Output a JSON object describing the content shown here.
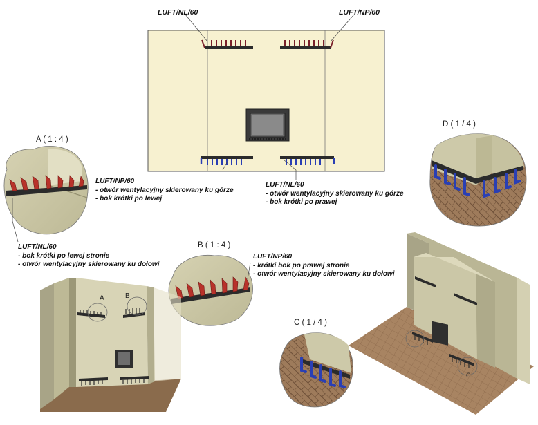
{
  "front_view": {
    "label_top_left": "LUFT/NL/60",
    "label_top_right": "LUFT/NP/60"
  },
  "detail_a": {
    "title": "A ( 1 : 4 )",
    "right_note": {
      "name": "LUFT/NP/60",
      "lines": [
        "- otwór wentylacyjny skierowany ku górze",
        "- bok krótki po lewej"
      ]
    },
    "bottom_note": {
      "name": "LUFT/NL/60",
      "lines": [
        "- bok krótki po lewej stronie",
        "- otwór wentylacyjny skierowany ku dołowi"
      ]
    }
  },
  "front_bottom_note": {
    "name": "LUFT/NL/60",
    "lines": [
      "- otwór wentylacyjny skierowany ku górze",
      "- bok krótki po prawej"
    ]
  },
  "detail_b": {
    "title": "B ( 1 : 4 )",
    "note": {
      "name": "LUFT/NP/60",
      "lines": [
        "- krótki bok po prawej stronie",
        "- otwór wentylacyjny skierowany ku dołowi"
      ]
    }
  },
  "detail_c": {
    "title": "C ( 1 / 4 )"
  },
  "detail_d": {
    "title": "D ( 1 / 4 )"
  },
  "iso_left": {
    "marker_a": "A",
    "marker_b": "B"
  },
  "iso_right": {
    "marker_c": "C"
  },
  "colors": {
    "wall": "#f7f1d0",
    "plaster": "#cdc9a9",
    "vent_red": "#b8322a",
    "vent_blue": "#2a3fb4",
    "floor": "#a88462",
    "dark_bar": "#2b2b2b"
  }
}
